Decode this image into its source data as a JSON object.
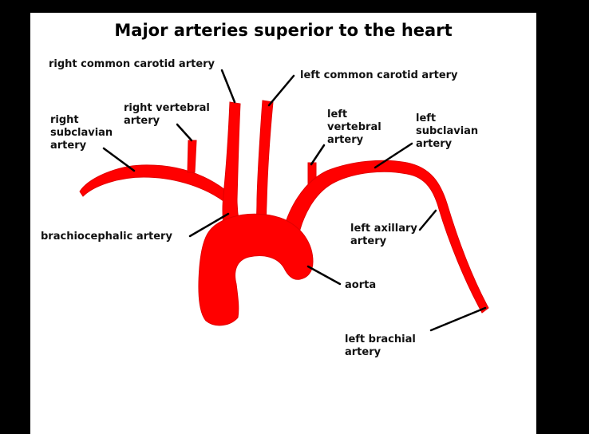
{
  "title": "Major arteries superior to the heart",
  "colors": {
    "artery": "#ff0000",
    "background": "#ffffff",
    "frame": "#000000",
    "text": "#111111"
  },
  "labels": {
    "right_common_carotid": "right common carotid artery",
    "left_common_carotid": "left common carotid artery",
    "right_vertebral": "right vertebral\nartery",
    "right_subclavian": "right\nsubclavian\nartery",
    "left_vertebral": "left\nvertebral\nartery",
    "left_subclavian": "left\nsubclavian\nartery",
    "brachiocephalic": "brachiocephalic artery",
    "left_axillary": "left axillary\nartery",
    "aorta": "aorta",
    "left_brachial": "left brachial\nartery"
  }
}
